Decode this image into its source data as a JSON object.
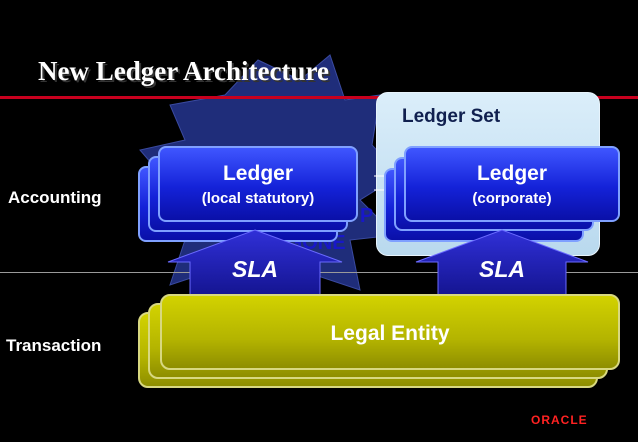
{
  "slide": {
    "title": "New Ledger Architecture",
    "row_labels": {
      "accounting": "Accounting",
      "transaction": "Transaction"
    },
    "ledger_set": {
      "title": "Ledger Set"
    },
    "ledgers": [
      {
        "title": "Ledger",
        "subtitle": "(local statutory)"
      },
      {
        "title": "Ledger",
        "subtitle": "(corporate)"
      }
    ],
    "sla_arrows": [
      {
        "label": "SLA"
      },
      {
        "label": "SLA"
      }
    ],
    "legal_entity": {
      "label": "Legal Entity"
    },
    "background_text": {
      "fragment": "e GONE",
      "fragment_2": "P"
    },
    "logo": "ORACLE"
  },
  "colors": {
    "background": "#000000",
    "title_rule": "#c8001e",
    "ledger_blue": "#1422d8",
    "ledger_set_panel": "#c9e3f4",
    "sla_arrow": "#1a1aa8",
    "legal_entity_yellow": "#c4c400",
    "starburst": "#1f2d7a",
    "oracle_red": "#ff2222"
  }
}
